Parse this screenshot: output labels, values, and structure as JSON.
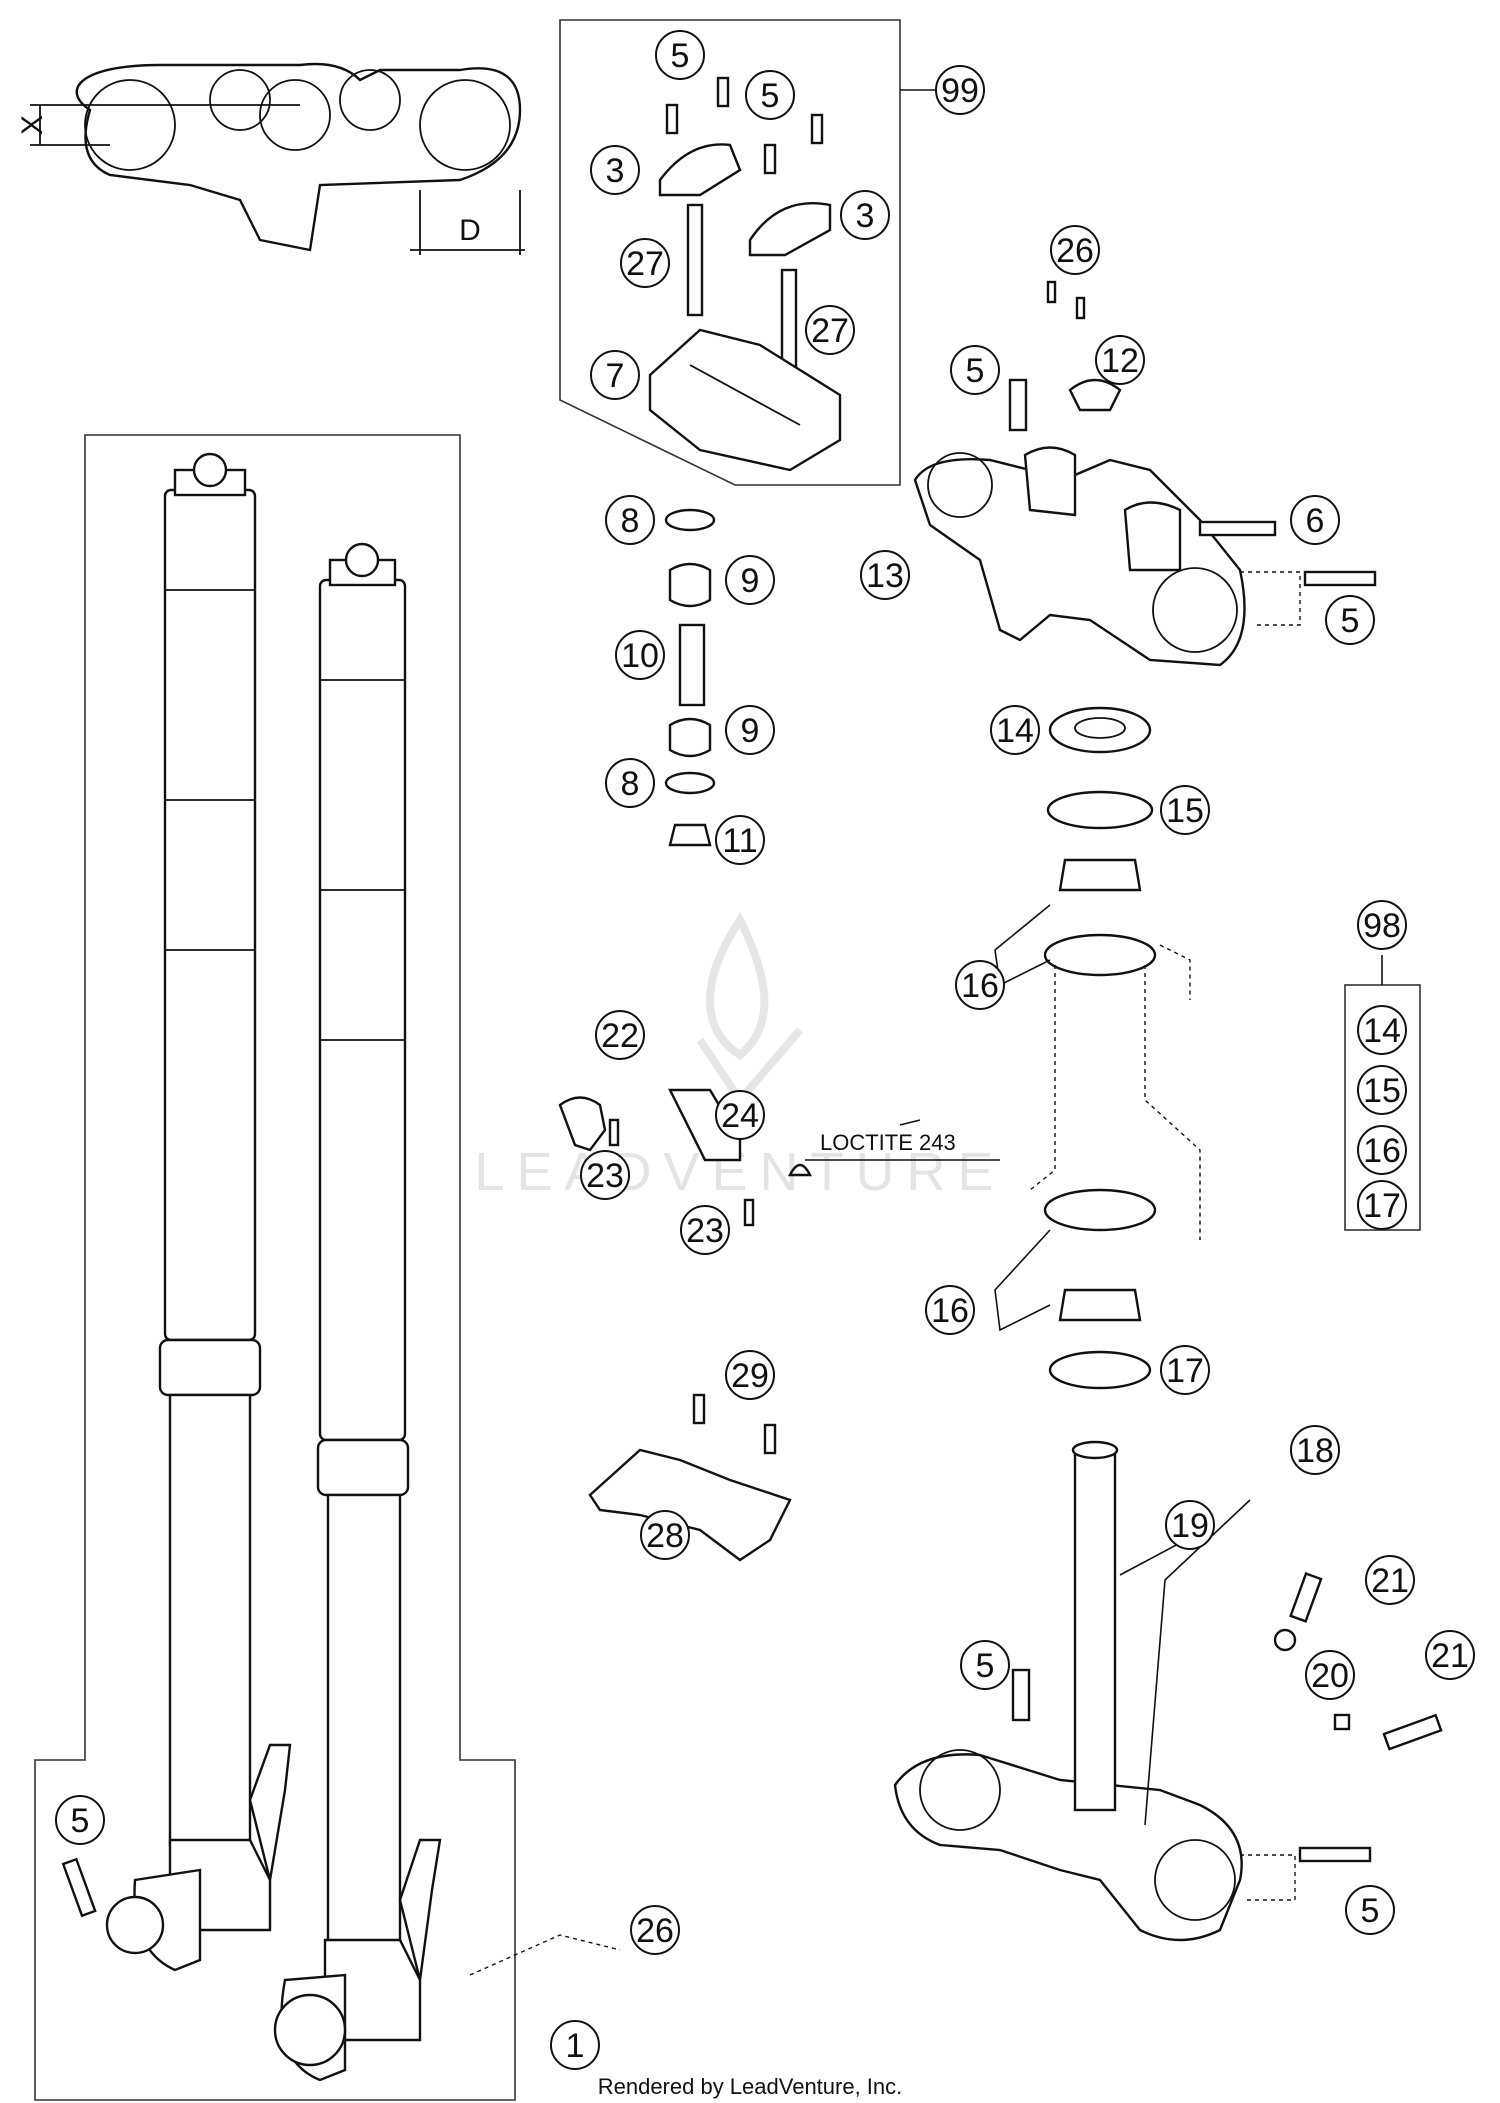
{
  "diagram": {
    "callouts": {
      "c1": "1",
      "c3a": "3",
      "c3b": "3",
      "c5a": "5",
      "c5b": "5",
      "c5c": "5",
      "c5d": "5",
      "c5e": "5",
      "c5f": "5",
      "c5g": "5",
      "c6": "6",
      "c7": "7",
      "c8a": "8",
      "c8b": "8",
      "c9a": "9",
      "c9b": "9",
      "c10": "10",
      "c11": "11",
      "c12": "12",
      "c13": "13",
      "c14a": "14",
      "c14b": "14",
      "c15a": "15",
      "c15b": "15",
      "c16a": "16",
      "c16b": "16",
      "c16c": "16",
      "c17a": "17",
      "c17b": "17",
      "c18": "18",
      "c19": "19",
      "c20": "20",
      "c21a": "21",
      "c21b": "21",
      "c22": "22",
      "c23a": "23",
      "c23b": "23",
      "c24": "24",
      "c26a": "26",
      "c26b": "26",
      "c27a": "27",
      "c27b": "27",
      "c28": "28",
      "c29": "29",
      "c98": "98",
      "c99": "99"
    },
    "annotations": {
      "loctite": "LOCTITE 243",
      "dim_x": "X",
      "dim_d": "D"
    },
    "watermark": "LEADVENTURE",
    "footer": "Rendered by LeadVenture, Inc."
  }
}
